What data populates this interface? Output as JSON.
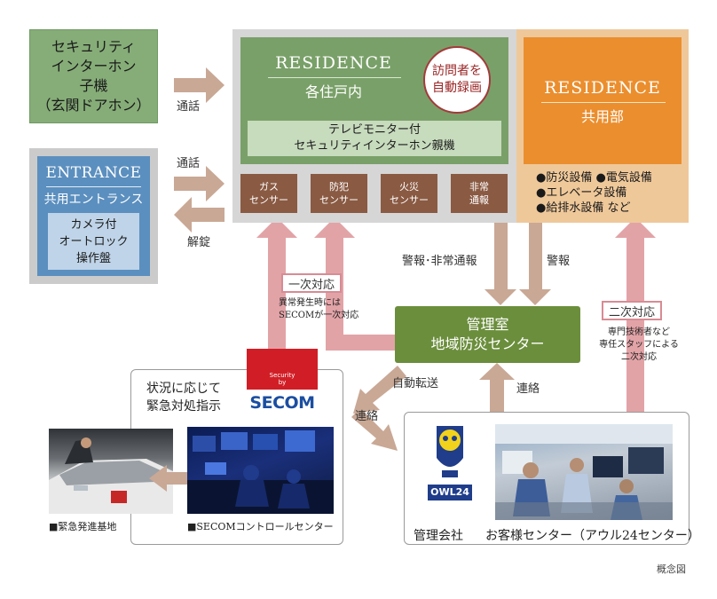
{
  "left": {
    "intercom_child": "セキュリティ\nインターホン\n子機\n（玄関ドアホン）",
    "entrance": {
      "title": "ENTRANCE",
      "subtitle": "共用エントランス",
      "panel": "カメラ付\nオートロック\n操作盤"
    }
  },
  "residence": {
    "title": "RESIDENCE",
    "subtitle": "各住戸内",
    "badge": "訪問者を\n自動録画",
    "monitor": "テレビモニター付\nセキュリティインターホン親機",
    "sensors": [
      "ガス\nセンサー",
      "防犯\nセンサー",
      "火災\nセンサー",
      "非常\n通報"
    ]
  },
  "common": {
    "title": "RESIDENCE",
    "subtitle": "共用部",
    "equipment": "●防災設備 ●電気設備\n●エレベータ設備\n●給排水設備 など"
  },
  "arrows": {
    "call_1": "通話",
    "call_2": "通話",
    "unlock": "解錠",
    "alarm_emergency": "警報･非常通報",
    "alarm": "警報",
    "auto_transfer": "自動転送",
    "contact_1": "連絡",
    "contact_2": "連絡"
  },
  "response": {
    "primary_label": "一次対応",
    "primary_note": "異常発生時には\nSECOMが一次対応",
    "secondary_label": "二次対応",
    "secondary_note": "専門技術者など\n専任スタッフによる\n二次対応"
  },
  "management": {
    "label": "管理室\n地域防災センター"
  },
  "secom": {
    "instruction": "状況に応じて\n緊急対処指示",
    "logo_small": "Security\nby",
    "logo_text": "SECOM",
    "dispatch_caption": "■緊急発進基地",
    "control_caption": "■SECOMコントロールセンター"
  },
  "company": {
    "owl_text": "OWL24",
    "mgmt_company": "管理会社",
    "customer_center": "お客様センター（アウル24センター）"
  },
  "footer": {
    "concept": "概念図"
  },
  "colors": {
    "tan_arrow": "#c9a895",
    "pink_arrow": "#e2a3a7",
    "green_panel": "#79a068",
    "orange_panel": "#eb8e2e",
    "blue_panel": "#5b8fbf",
    "secom_red": "#d11e26",
    "management_green": "#6b8e3c"
  }
}
